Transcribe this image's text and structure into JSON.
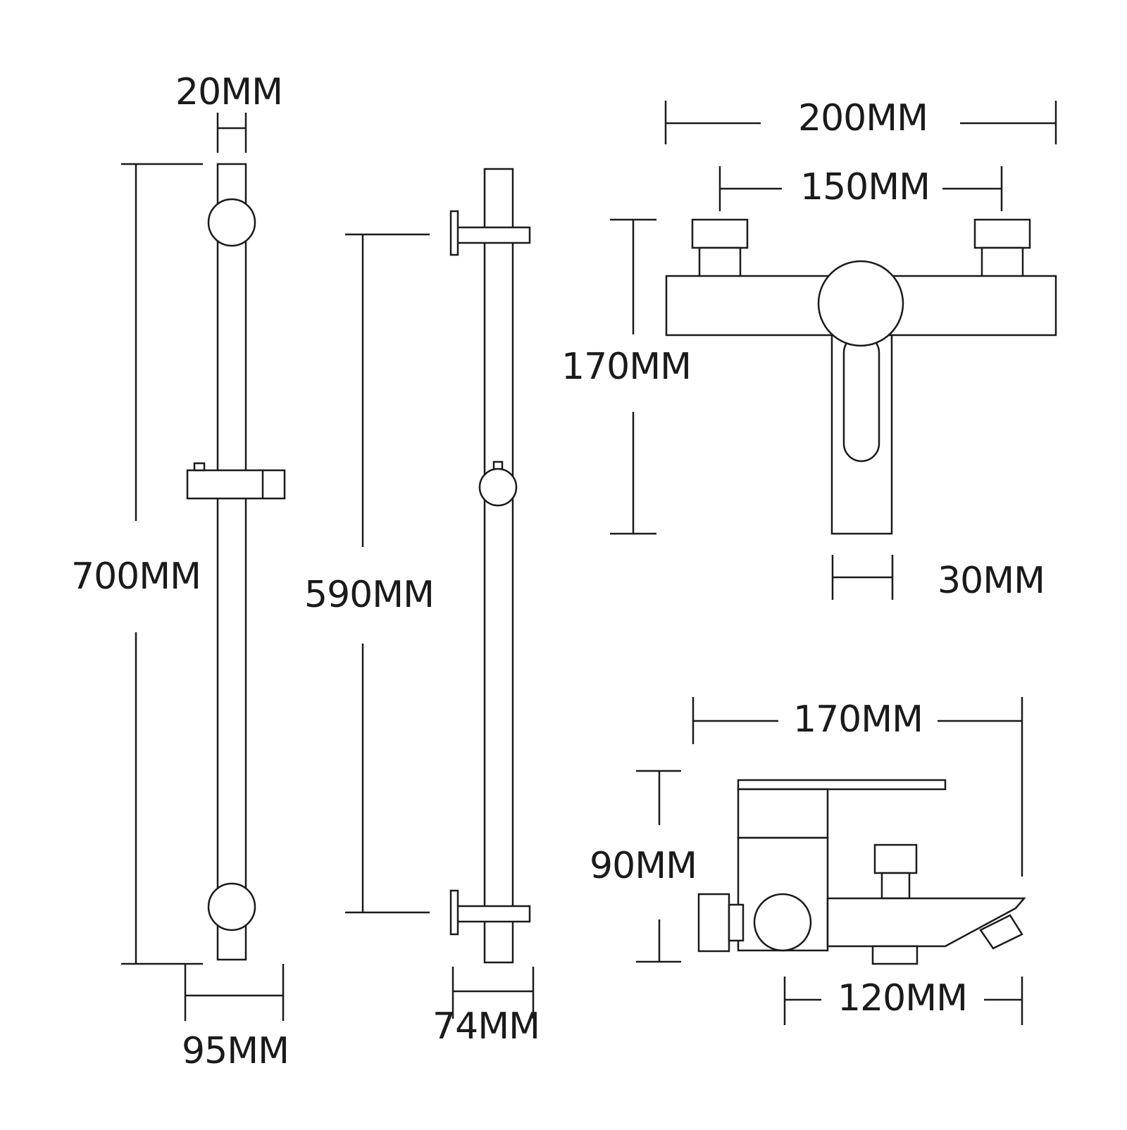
{
  "diagram": {
    "rail": {
      "width_label": "20MM",
      "height_label": "700MM",
      "bracket_label": "95MM"
    },
    "rail_side": {
      "spacing_label": "590MM",
      "depth_label": "74MM"
    },
    "shower_mixer": {
      "width_label": "200MM",
      "inlet_spacing_label": "150MM",
      "height_label": "170MM",
      "spout_label": "30MM"
    },
    "bath_mixer": {
      "width_label": "170MM",
      "height_label": "90MM",
      "spacing_label": "120MM"
    }
  }
}
